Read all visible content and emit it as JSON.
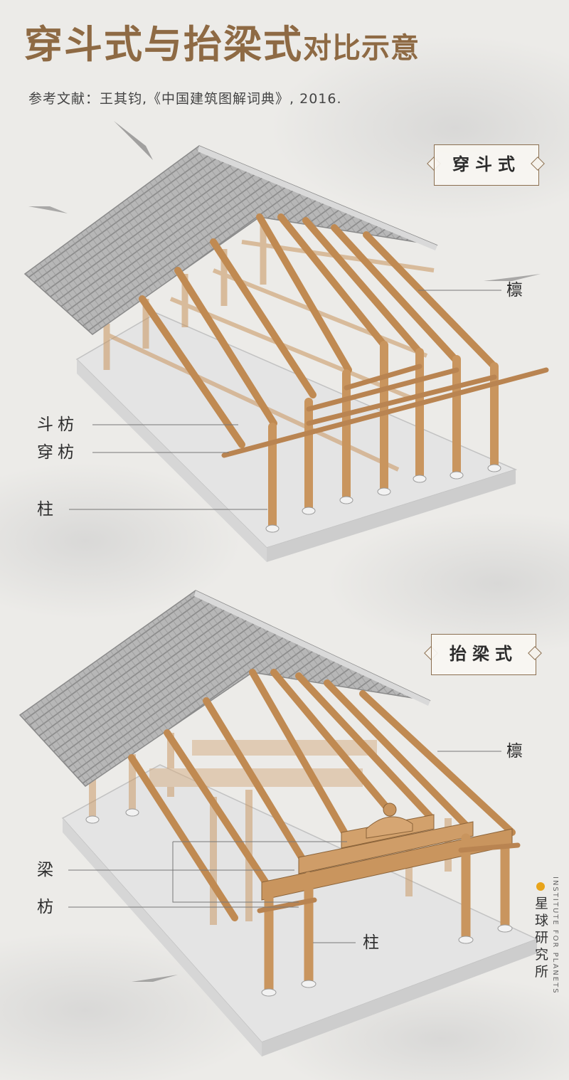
{
  "title_main": "穿斗式与抬梁式",
  "title_tail": "对比示意",
  "reference": "参考文献：王其钧,《中国建筑图解词典》, 2016.",
  "top_diagram": {
    "tag": "穿斗式",
    "labels": {
      "lin": "檩",
      "doufang": "斗枋",
      "chuanfang": "穿枋",
      "zhu": "柱"
    }
  },
  "bottom_diagram": {
    "tag": "抬梁式",
    "labels": {
      "lin": "檩",
      "liang": "梁",
      "fang": "枋",
      "zhu": "柱"
    }
  },
  "brand": {
    "name": "星球研究所",
    "english": "INSTITUTE FOR PLANETS"
  },
  "colors": {
    "title": "#8e6a44",
    "wood": "#c9955e",
    "roof": "#a8a8a8",
    "paper": "#ecebe8",
    "accent": "#e8a41a"
  }
}
